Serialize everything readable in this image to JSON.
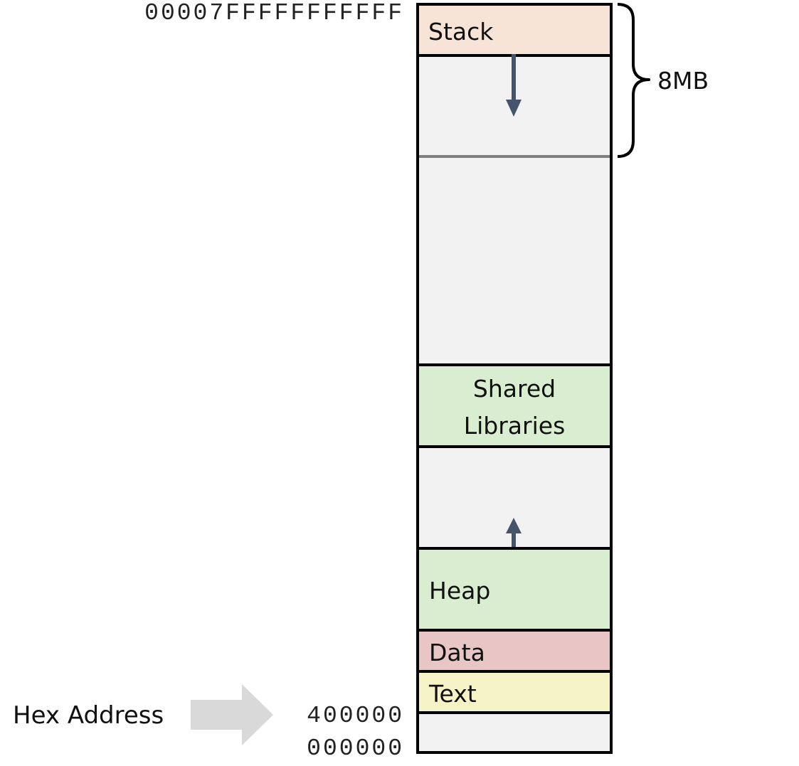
{
  "addresses": {
    "top": "00007FFFFFFFFFFF",
    "text_start": "400000",
    "bottom": "000000"
  },
  "segments": {
    "stack": "Stack",
    "shared_libraries_line1": "Shared",
    "shared_libraries_line2": "Libraries",
    "heap": "Heap",
    "data": "Data",
    "text": "Text"
  },
  "stack_limit": "8MB",
  "pointer_label": "Hex Address",
  "colors": {
    "stack": "#f8e4d6",
    "shared_libraries": "#d9eed1",
    "heap": "#d9eed1",
    "data": "#e9c6c6",
    "text": "#f6f3c6",
    "free": "#f2f2f2",
    "growth_arrow": "#44546a",
    "pointer_arrow": "#d9d9d9"
  },
  "icons": {
    "stack_growth": "arrow-down-icon",
    "heap_growth": "arrow-up-icon",
    "pointer": "arrow-right-icon",
    "brace": "curly-brace-icon"
  }
}
